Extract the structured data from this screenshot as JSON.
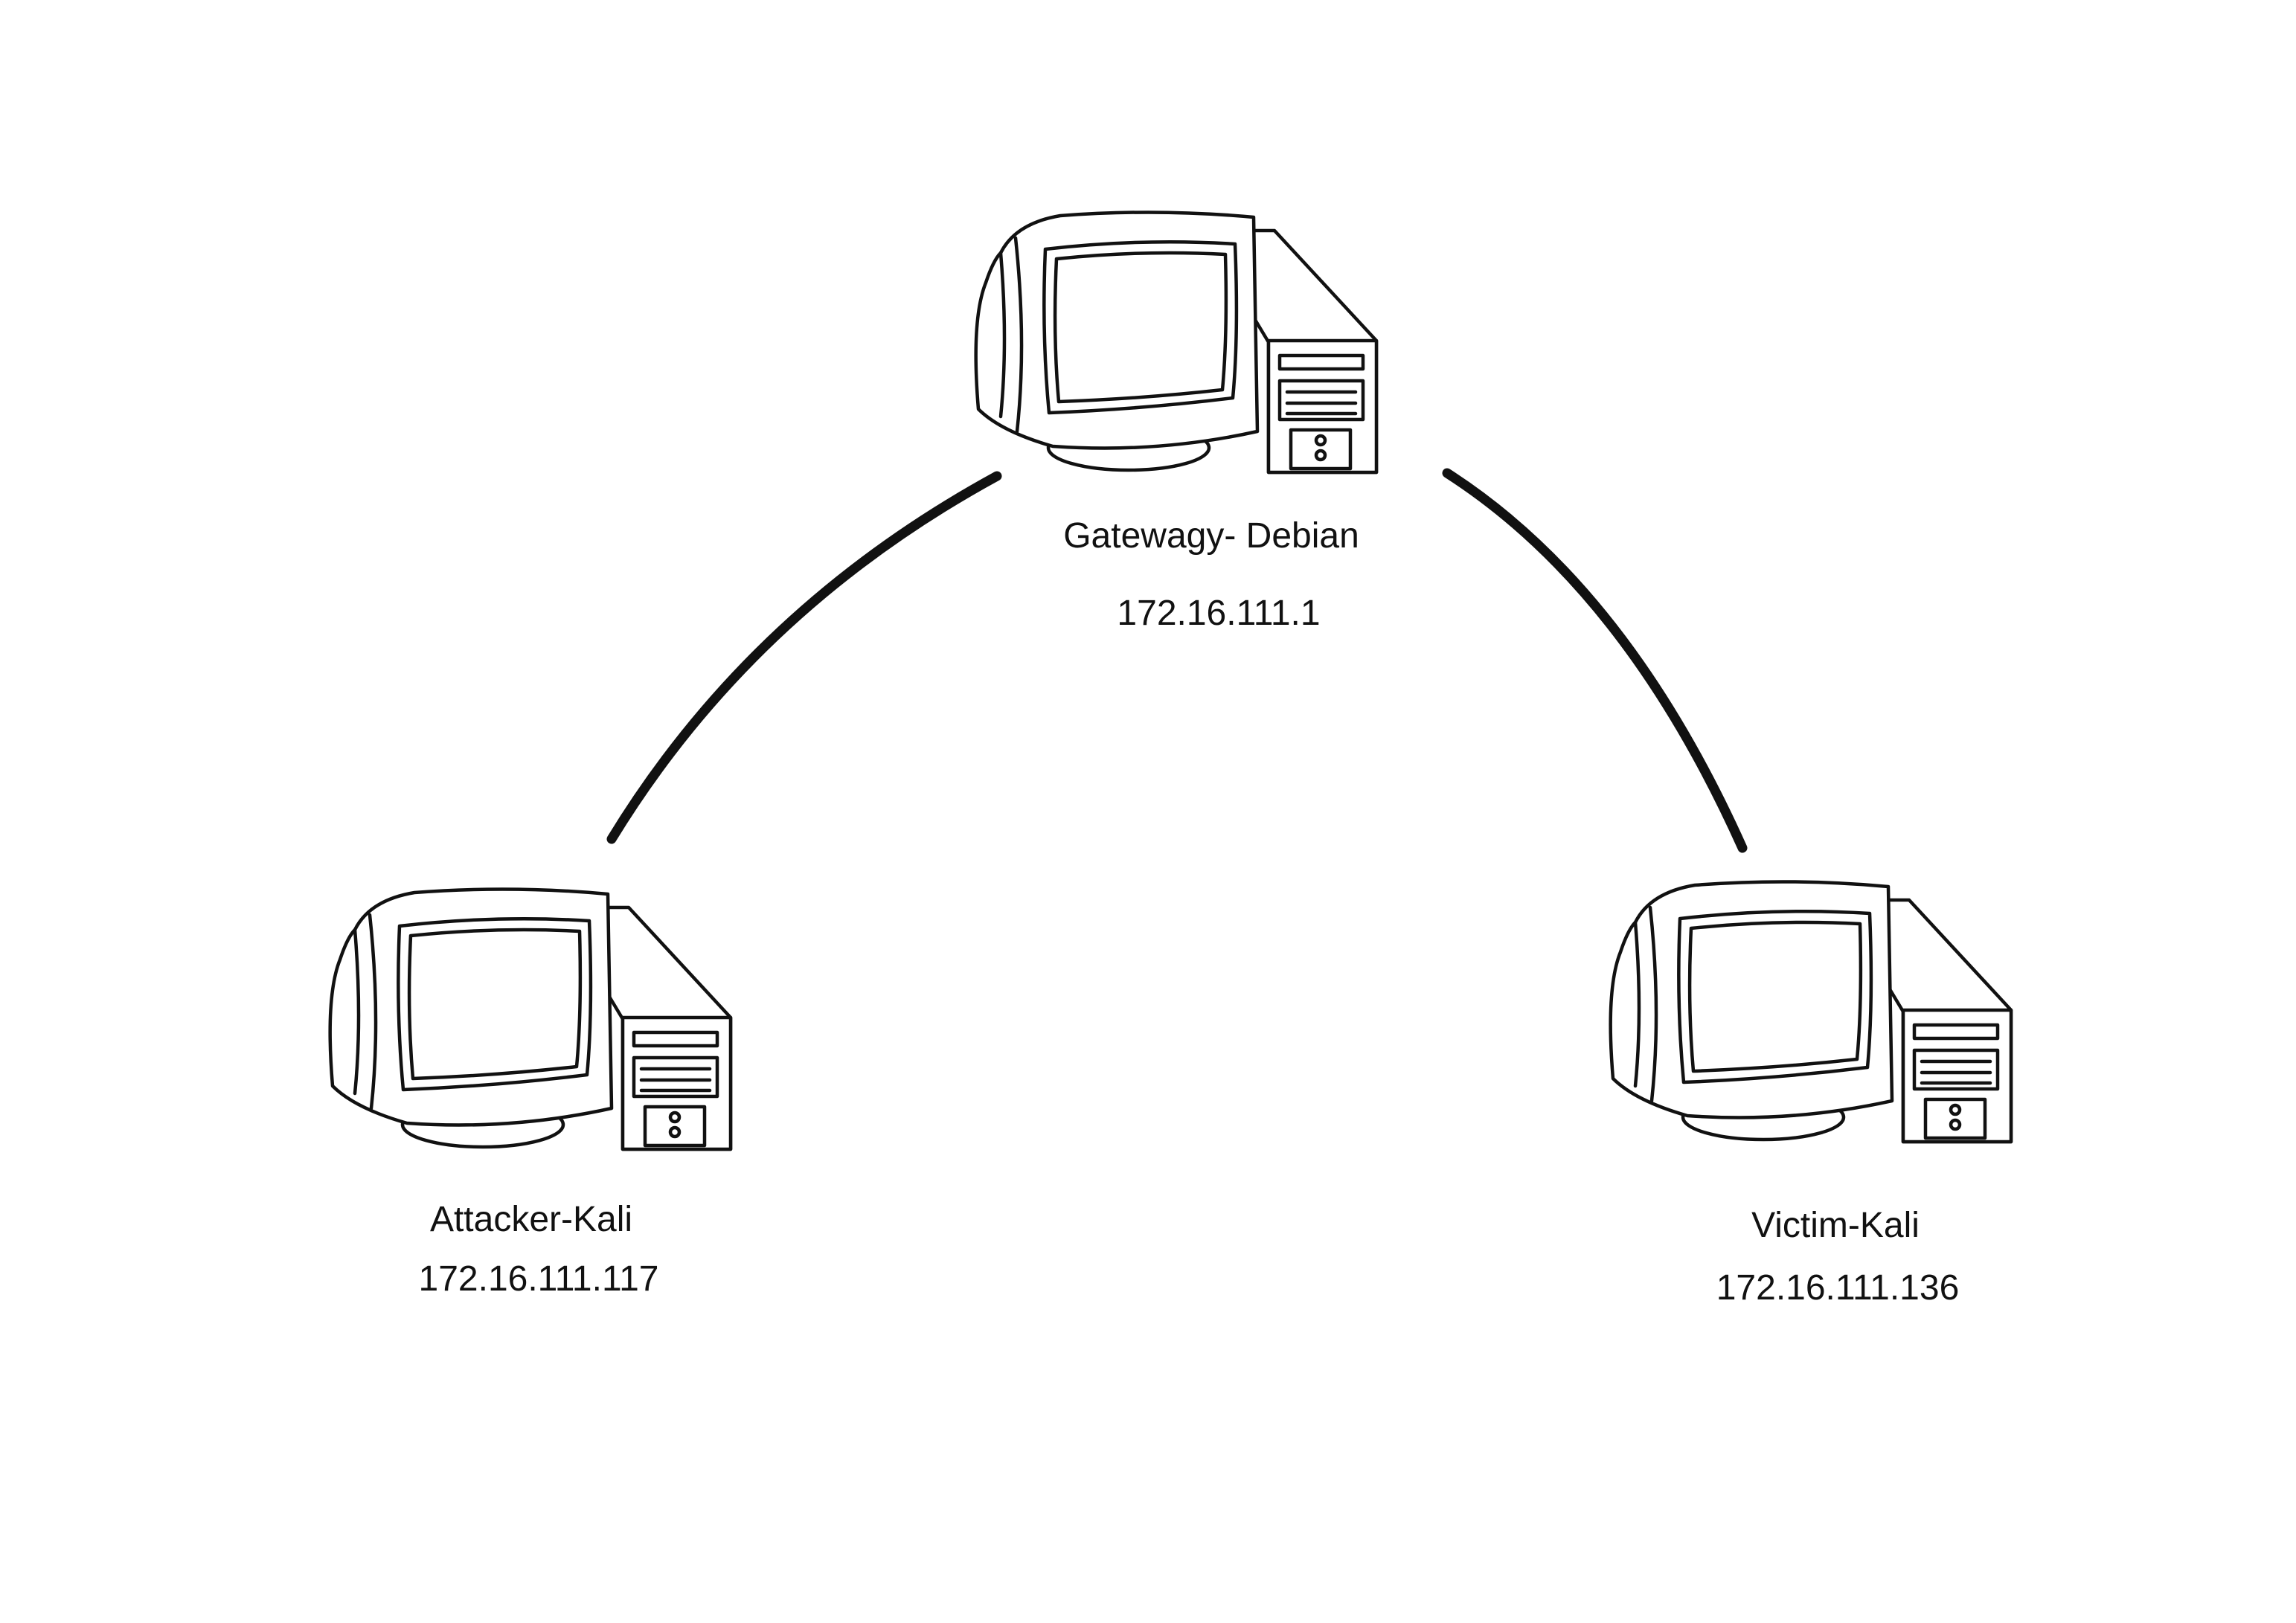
{
  "nodes": [
    {
      "name": "Gatewagy- Debian",
      "ip": "172.16.111.1",
      "icon": "desktop-computer-icon"
    },
    {
      "name": "Attacker-Kali",
      "ip": "172.16.111.117",
      "icon": "desktop-computer-icon"
    },
    {
      "name": "Victim-Kali",
      "ip": "172.16.111.136",
      "icon": "desktop-computer-icon"
    }
  ],
  "links": [
    {
      "from": "Gatewagy- Debian",
      "to": "Attacker-Kali"
    },
    {
      "from": "Gatewagy- Debian",
      "to": "Victim-Kali"
    }
  ]
}
